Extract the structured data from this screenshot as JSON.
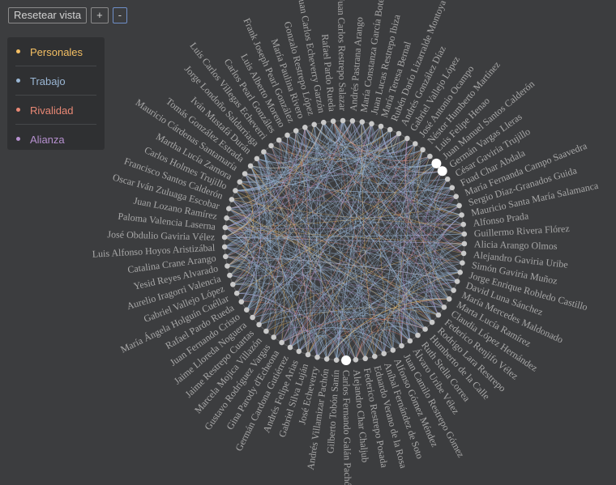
{
  "toolbar": {
    "reset_label": "Resetear vista",
    "zoom_in_label": "+",
    "zoom_out_label": "-"
  },
  "legend": [
    {
      "label": "Personales",
      "color": "#f4bf63"
    },
    {
      "label": "Trabajo",
      "color": "#9ab6d4"
    },
    {
      "label": "Rivalidad",
      "color": "#e98875"
    },
    {
      "label": "Alianza",
      "color": "#b690cf"
    }
  ],
  "colors": {
    "background": "#3c3d3f",
    "label_text": "#a8a8a8",
    "node": "#c9c9c9",
    "highlight_node": "#ffffff"
  },
  "graph": {
    "nodes": [
      "Juan Manuel Santos Calderón",
      "Germán Vargas Lleras",
      "César Gaviria Trujillo",
      "Fuad  Char Abdala",
      "María Fernanda Campo Saavedra",
      "Sergio Díaz-Granados Guida",
      "Mauricio Santa María Salamanca",
      "Alfonso Prada",
      "Guillermo Rivera Flórez",
      "Alicia Arango Olmos",
      "Alejandro Gaviria Uribe",
      "Simón Gaviria Muñoz",
      "Jorge Enrique Robledo Castillo",
      "David Luna Sánchez",
      "María Mercedes Maldonado",
      "Marta Lucía Ramírez",
      "Claudia López Hernández",
      "Federico Renjifo Vélez",
      "Rodrigo Lara Restrepo",
      "Humberto de la Calle",
      "Ruth Stella Correa",
      "Álvaro Uribe Vélez",
      "Juan Camilo Restrepo Gómez",
      "Alfonso Gómez Méndez",
      "Aníbal Fernández de Soto",
      "Eduardo Verano de la Rosa",
      "Federico Restrepo Posada",
      "Alejandro Char Chaljub",
      "Carlos Fernando Galán Pachón",
      "Gilberto Tobón Sanín",
      "Andrés Villamizar Pachón",
      "José Echeverry",
      "Gabriel Silva Luján",
      "Andrés Felipe Arias",
      "Germán Cardona Gutiérrez",
      "Gina Parody d'Echeona",
      "Gustavo Rodríguez Vargas",
      "Marcela Mojica Villazón",
      "Jaime Restrepo Cuartas",
      "Jaime Lloreda Noguera",
      "Juan Fernando Cristo",
      "Rafael Pardo Rueda",
      "María Ángela Holguín Cuéllar",
      "Gabriel Vallejo López",
      "Aurelio Iragorri Valencia",
      "Yesid Reyes Alvarado",
      "Catalina Crane Arango",
      "Luis Alfonso Hoyos Aristizábal",
      "José Obdulio Gaviria Vélez",
      "Paloma Valencia Laserna",
      "Juan Lozano Ramírez",
      "Oscar Iván Zuluaga Escobar",
      "Francisco Santos Calderón",
      "Carlos Holmes Trujillo",
      "Martha Lucía Zamora",
      "Mauricio Cárdenas Santamaría",
      "Tomás González Estrada",
      "Iván Mustafá Durán",
      "Jorge Londoño Saldarriaga",
      "Luis Carlos Villegas Echeverri",
      "Carlos Pearl Gonzáles",
      "Luis Alberto Moreno",
      "Frank Joseph Pearl González",
      "María Paulina Rivero",
      "Gonzalo Restrepo López",
      "Juan Carlos Echeverry Garzón",
      "Rafael Pardo Rueda",
      "Juan Carlos Restrepo Salazar",
      "Andrés Pastrana Arango",
      "María Constanza García Botero",
      "Juan Lucas Restrepo Ibiza",
      "María Teresa Bernal",
      "Rubén Darío Lizarralde Montoya",
      "Andrés González Díaz",
      "Gabriel Vallejo López",
      "José Antonio Ocampo",
      "Néstor Humberto Martínez",
      "Luis Felipe Henao"
    ],
    "highlighted": [
      "Juan Manuel Santos Calderón",
      "Germán Vargas Lleras",
      "Carlos Fernando Galán Pachón"
    ]
  }
}
